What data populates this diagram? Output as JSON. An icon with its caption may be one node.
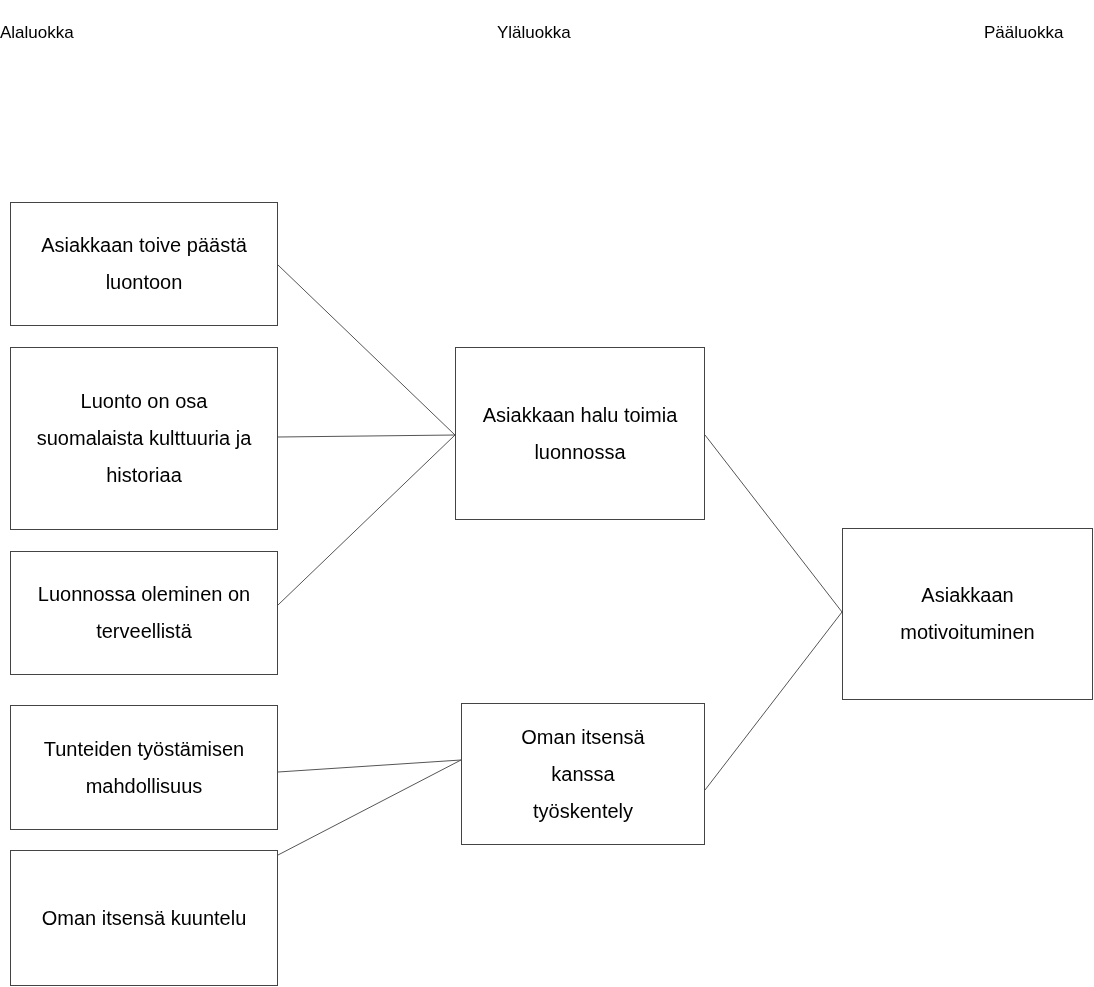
{
  "diagram": {
    "nodes": [
      {
        "text": [
          "Asiakkaan toive päästä luontoon"
        ]
      },
      {
        "text": [
          "Luonto on osa suomalaista kulttuuria ja historiaa"
        ]
      },
      {
        "text": [
          "Luonnossa oleminen on terveellistä"
        ]
      },
      {
        "text": [
          "Tunteiden työstämisen mahdollisuus"
        ]
      },
      {
        "text": [
          "Oman itsensä kuuntelu"
        ]
      },
      {
        "text": [
          "Asiakkaan halu toimia luonnossa"
        ]
      },
      {
        "text": [
          "Oman itsensä kanssa työskentely"
        ]
      },
      {
        "text": [
          "Asiakkaan motivoituminen"
        ]
      }
    ],
    "edges": [
      {
        "from": 0,
        "to": 5,
        "arrow": "none"
      },
      {
        "from": 1,
        "to": 5,
        "arrow": "none"
      },
      {
        "from": 2,
        "to": 5,
        "arrow": "none"
      },
      {
        "from": 3,
        "to": 6,
        "arrow": "none"
      },
      {
        "from": 4,
        "to": 6,
        "arrow": "none"
      },
      {
        "from": 5,
        "to": 7,
        "arrow": "none"
      },
      {
        "from": 6,
        "to": 7,
        "arrow": "none"
      }
    ],
    "labels": [
      "Alaluokka",
      "Yläluokka",
      "Pääluokka"
    ]
  }
}
